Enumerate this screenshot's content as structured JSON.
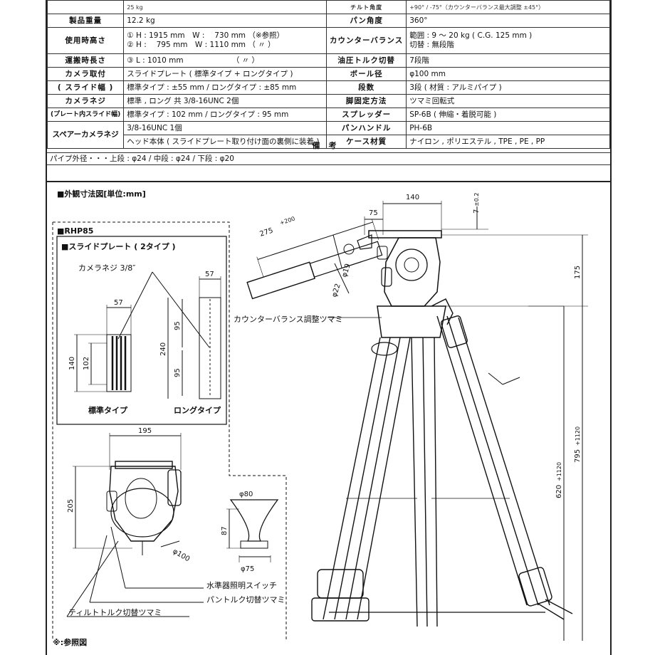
{
  "spec": {
    "row0": {
      "l": "",
      "v": "25 kg",
      "l2": "チルト角度",
      "v2": "+90° / -75°（カウンターバランス最大調整 ±45°）"
    },
    "row1": {
      "l": "製品重量",
      "v": "12.2 kg",
      "l2": "パン角度",
      "v2": "360°"
    },
    "row2": {
      "l": "使用時高さ",
      "v_a": "① H : 1915 mm　W : 　730 mm （※参照）",
      "v_b": "② H : 　795 mm　W : 1110 mm （ 〃 ）",
      "l2": "カウンターバランス",
      "v2_a": "範囲 : 9 ～ 20 kg ( C.G. 125 mm )",
      "v2_b": "切替 : 無段階"
    },
    "row3": {
      "l": "運搬時長さ",
      "v": "③ L : 1010 mm　　　　　　　（ 〃 ）",
      "l2": "油圧トルク切替",
      "v2": "7段階"
    },
    "row4": {
      "l_a": "カメラ取付",
      "l_b": "( スライド幅 )",
      "v_a": "スライドプレート ( 標準タイプ + ロングタイプ )",
      "v_b": "標準タイプ : ±55 mm / ロングタイプ : ±85 mm",
      "l2_a": "ボール径",
      "v2_a": "φ100 mm",
      "l2_b": "段数",
      "v2_b": "3段 ( 材質 : アルミパイプ )"
    },
    "row5": {
      "l_a": "カメラネジ",
      "l_b": "(プレート内スライド幅)",
      "v_a": "標準 , ロング 共 3/8-16UNC 2個",
      "v_b": "標準タイプ : 102 mm / ロングタイプ : 95 mm",
      "l2_a": "脚固定方法",
      "v2_a": "ツマミ回転式",
      "l2_b": "スプレッダー",
      "v2_b": "SP-6B ( 伸縮・着脱可能 )"
    },
    "row6": {
      "l": "スペアーカメラネジ",
      "v_a": "3/8-16UNC 1個",
      "v_b": "ヘッド本体 ( スライドプレート取り付け面の裏側に装着 )",
      "l2_a": "パンハンドル",
      "v2_a": "PH-6B",
      "l2_b": "ケース材質",
      "v2_b": "ナイロン , ポリエステル , TPE , PE , PP"
    }
  },
  "remarks": {
    "header": "備考",
    "text": "パイプ外径・・・上段 : φ24 / 中段 : φ24 / 下段 : φ20"
  },
  "drawing": {
    "section_title": "■外観寸法図[単位:mm]",
    "rhp_label": "■RHP85",
    "slide_plate_label": "■スライドプレート ( 2タイプ )",
    "camera_screw_label": "カメラネジ 3/8″",
    "std_type": "標準タイプ",
    "long_type": "ロングタイプ",
    "dims": {
      "d57a": "57",
      "d57b": "57",
      "d140l": "140",
      "d102": "102",
      "d240": "240",
      "d95a": "95",
      "d95b": "95",
      "d195": "195",
      "d205": "205",
      "d100": "φ100",
      "d80": "φ80",
      "d87": "87",
      "d75b": "φ75",
      "d140t": "140",
      "d75t": "75",
      "d7": "7",
      "d7tol": "±0.2",
      "d275": "275",
      "d275plus": "+200",
      "d19": "φ19",
      "d22": "φ22",
      "d175": "175",
      "d620": "620",
      "d620plus": "+1120",
      "d795": "795",
      "d795plus": "+1120"
    },
    "callouts": {
      "counter_knob": "カウンターバランス調整ツマミ",
      "level_switch": "水準器照明スイッチ",
      "pan_torque": "パントルク切替ツマミ",
      "tilt_torque": "ティルトトルク切替ツマミ"
    },
    "note": "※:参照図"
  }
}
